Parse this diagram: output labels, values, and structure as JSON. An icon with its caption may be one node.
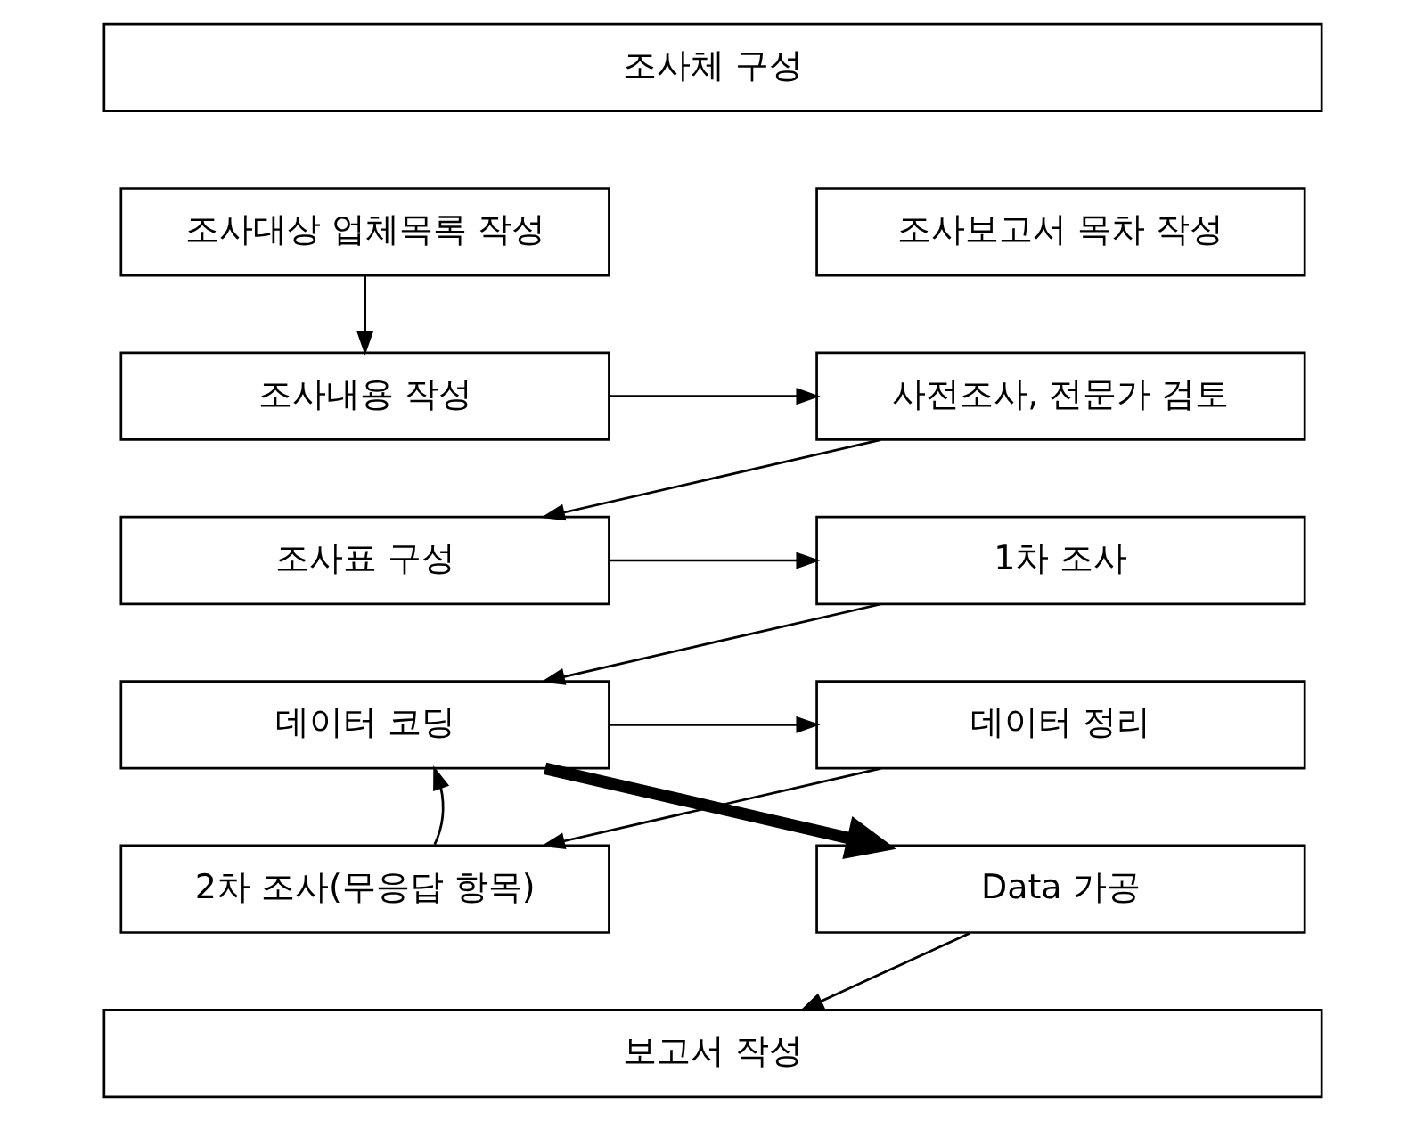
{
  "diagram": {
    "nodes": [
      {
        "text": [
          "조사체 구성"
        ]
      },
      {
        "text": [
          "조사대상 업체목록 작성"
        ]
      },
      {
        "text": [
          "조사보고서 목차 작성"
        ]
      },
      {
        "text": [
          "조사내용 작성"
        ]
      },
      {
        "text": [
          "사전조사, 전문가 검토"
        ]
      },
      {
        "text": [
          "조사표 구성"
        ]
      },
      {
        "text": [
          "1차 조사"
        ]
      },
      {
        "text": [
          "데이터 코딩"
        ]
      },
      {
        "text": [
          "데이터 정리"
        ]
      },
      {
        "text": [
          "2차 조사(무응답 항목)"
        ]
      },
      {
        "text": [
          "Data 가공"
        ]
      },
      {
        "text": [
          "보고서 작성"
        ]
      }
    ],
    "edges": [
      {
        "from": 1,
        "to": 3,
        "arrow": "to"
      },
      {
        "from": 3,
        "to": 4,
        "arrow": "to"
      },
      {
        "from": 4,
        "to": 5,
        "arrow": "to"
      },
      {
        "from": 5,
        "to": 6,
        "arrow": "to"
      },
      {
        "from": 6,
        "to": 7,
        "arrow": "to"
      },
      {
        "from": 7,
        "to": 8,
        "arrow": "to"
      },
      {
        "from": 8,
        "to": 9,
        "arrow": "to"
      },
      {
        "from": 9,
        "to": 7,
        "arrow": "to"
      },
      {
        "from": 7,
        "to": 10,
        "arrow": "to",
        "style": "thick"
      },
      {
        "from": 10,
        "to": 11,
        "arrow": "to"
      }
    ]
  }
}
